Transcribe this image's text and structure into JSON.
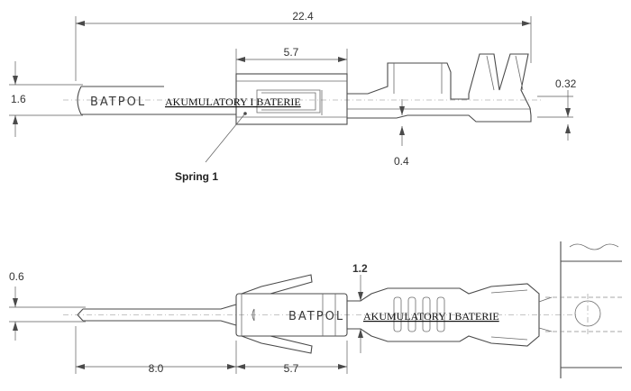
{
  "top_view": {
    "overall_length": "22.4",
    "barrel_length": "5.7",
    "pin_height": "1.6",
    "wall_thickness": "0.32",
    "base_thickness": "0.4",
    "spring_label": "Spring 1"
  },
  "bottom_view": {
    "pin_diameter": "0.6",
    "spring_gap": "1.2",
    "pin_length": "8.0",
    "barrel_length": "5.7"
  },
  "watermark": {
    "brand": "BATPOL",
    "tagline": "AKUMULATORY I BATERIE"
  }
}
